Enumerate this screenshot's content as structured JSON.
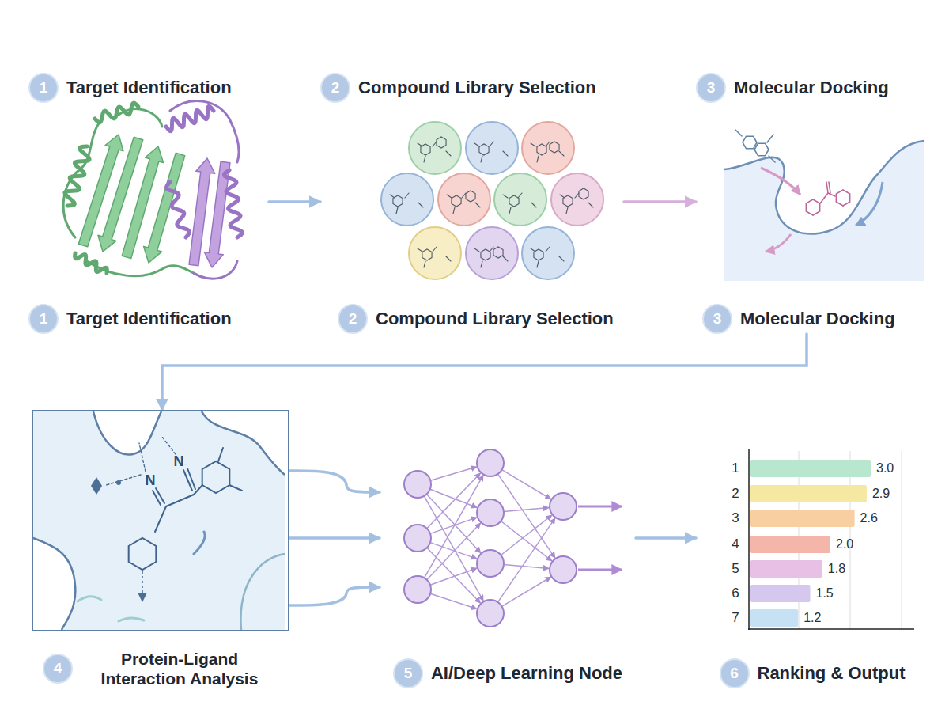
{
  "diagram": {
    "nodes": [
      {
        "text": [
          "1",
          "Target Identification",
          "1",
          "Target Identification"
        ]
      },
      {
        "text": [
          "2",
          "Compound Library Selection",
          "2",
          "Compound Library Selection"
        ]
      },
      {
        "text": [
          "3",
          "Molecular Docking",
          "3",
          "Molecular Docking"
        ]
      },
      {
        "text": [
          "4",
          "Protein-Ligand Interaction Analysis"
        ]
      },
      {
        "text": [
          "5",
          "AI/Deep Learning Node"
        ]
      },
      {
        "text": [
          "6",
          "Ranking & Output"
        ]
      }
    ],
    "edges": [
      {
        "from": 0,
        "to": 1,
        "arrow": "to"
      },
      {
        "from": 1,
        "to": 2,
        "arrow": "to"
      },
      {
        "from": 2,
        "to": 3,
        "arrow": "to"
      },
      {
        "from": 3,
        "to": 4,
        "arrow": "to"
      },
      {
        "from": 3,
        "to": 4,
        "arrow": "to"
      },
      {
        "from": 3,
        "to": 4,
        "arrow": "to"
      },
      {
        "from": 4,
        "to": 5,
        "arrow": "to"
      }
    ],
    "labels": [
      "N",
      "N",
      "1",
      "2",
      "3",
      "4",
      "5",
      "6",
      "7",
      "3.0",
      "2.9",
      "2.6",
      "2.0",
      "1.8",
      "1.5",
      "1.2"
    ]
  }
}
